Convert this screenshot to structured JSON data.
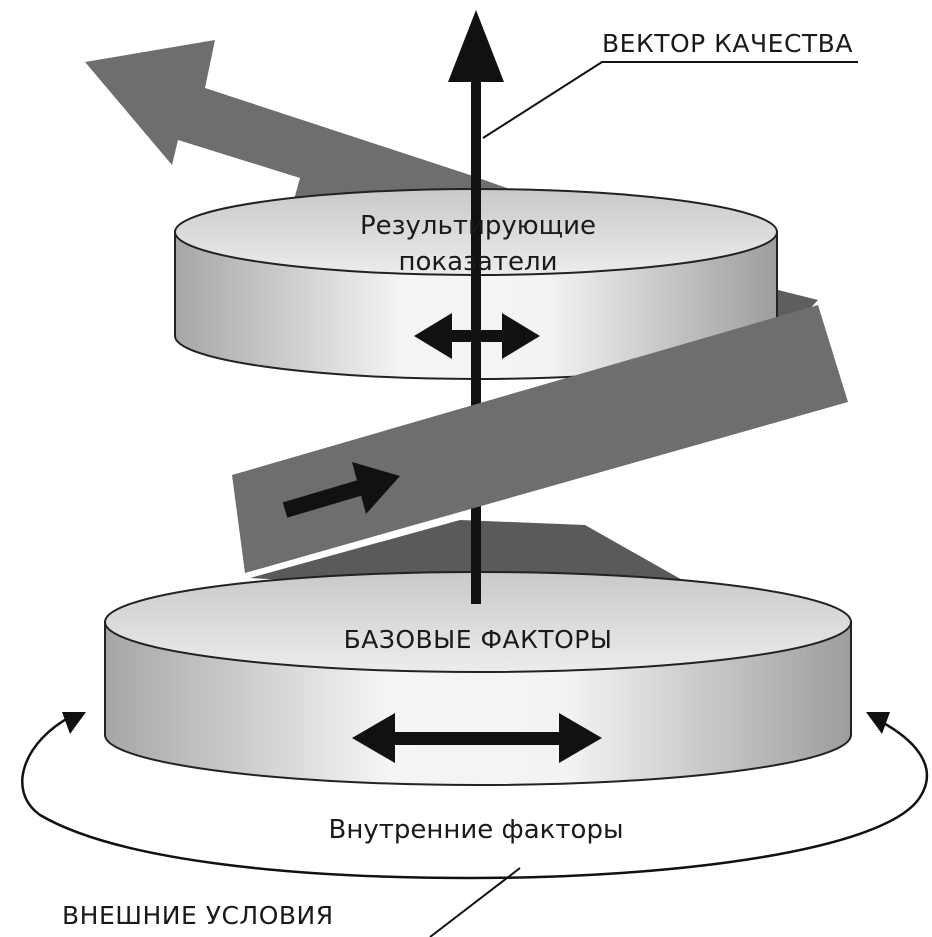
{
  "labels": {
    "quality_vector": "ВЕКТОР КАЧЕСТВА",
    "result_line1": "Результирующие",
    "result_line2": "показатели",
    "base_factors": "БАЗОВЫЕ  ФАКТОРЫ",
    "internal_factors": "Внутренние факторы",
    "external_conditions": "ВНЕШНИЕ  УСЛОВИЯ"
  },
  "colors": {
    "ribbon": "#6e6e6e",
    "ink": "#111111",
    "disk_top": "#dedede",
    "disk_side_light": "#f4f4f4",
    "disk_side_dark": "#a9a9a9"
  }
}
